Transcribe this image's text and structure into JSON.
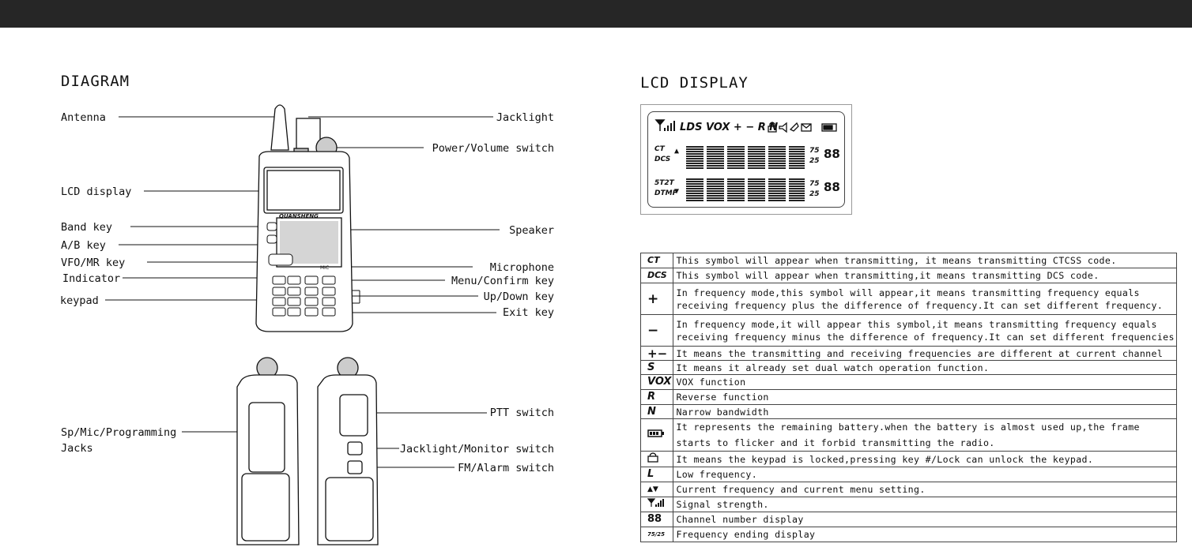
{
  "diagram": {
    "title": "DIAGRAM",
    "labels": {
      "antenna": "Antenna",
      "lcd_display": "LCD display",
      "band_key": "Band key",
      "ab_key": "A/B key",
      "vfo_mr_key": "VFO/MR key",
      "indicator": "Indicator",
      "keypad": "keypad",
      "jacklight": "Jacklight",
      "power_volume": "Power/Volume switch",
      "speaker": "Speaker",
      "microphone": "Microphone",
      "menu_confirm": "Menu/Confirm key",
      "up_down": "Up/Down key",
      "exit": "Exit key",
      "sp_mic_1": "Sp/Mic/Programming",
      "sp_mic_2": "Jacks",
      "ptt": "PTT switch",
      "jacklight_monitor": "Jacklight/Monitor switch",
      "fm_alarm": "FM/Alarm switch"
    },
    "radio": {
      "brand": "QUANSHENG",
      "mic_label": "MIC"
    }
  },
  "lcd": {
    "title": "LCD DISPLAY",
    "top_row": "LDS VOX + − R N",
    "ct": "CT",
    "dcs": "DCS",
    "t52": "5T2T",
    "dtmf": "DTMF",
    "f75": "75",
    "f25": "25",
    "channel": "88"
  },
  "table": {
    "rows": [
      {
        "icon": "CT",
        "desc": "This symbol will appear when transmitting,  it means transmitting CTCSS code."
      },
      {
        "icon": "DCS",
        "desc": "This symbol will appear when transmitting,it means transmitting DCS code."
      },
      {
        "icon": "+",
        "desc": "In frequency mode,this symbol will appear,it means transmitting frequency equals",
        "desc2": "receiving frequency plus the difference of frequency.It can set different frequency."
      },
      {
        "icon": "−",
        "desc": "In frequency mode,it will appear this symbol,it means transmitting frequency equals",
        "desc2": "receiving frequency minus the difference of frequency.It can set different frequencies"
      },
      {
        "icon": "+−",
        "desc": "It means the transmitting and receiving frequencies are different at current channel"
      },
      {
        "icon": "S",
        "desc": "It means it already set dual watch operation function."
      },
      {
        "icon": "VOX",
        "desc": "VOX function"
      },
      {
        "icon": "R",
        "desc": "Reverse function"
      },
      {
        "icon": "N",
        "desc": "Narrow bandwidth"
      },
      {
        "icon": "battery",
        "desc": "It represents the remaining battery.when the battery is almost used up,the frame",
        "desc2": "starts to flicker and it forbid transmitting the radio."
      },
      {
        "icon": "lock",
        "desc": "It means the keypad is locked,pressing key #/Lock can unlock the keypad."
      },
      {
        "icon": "L",
        "desc": "Low frequency."
      },
      {
        "icon": "▲▼",
        "desc": "Current frequency and current menu setting."
      },
      {
        "icon": "signal",
        "desc": "Signal strength."
      },
      {
        "icon": "88",
        "desc": "Channel number display"
      },
      {
        "icon": "75/25",
        "desc": "Frequency ending display"
      }
    ]
  }
}
